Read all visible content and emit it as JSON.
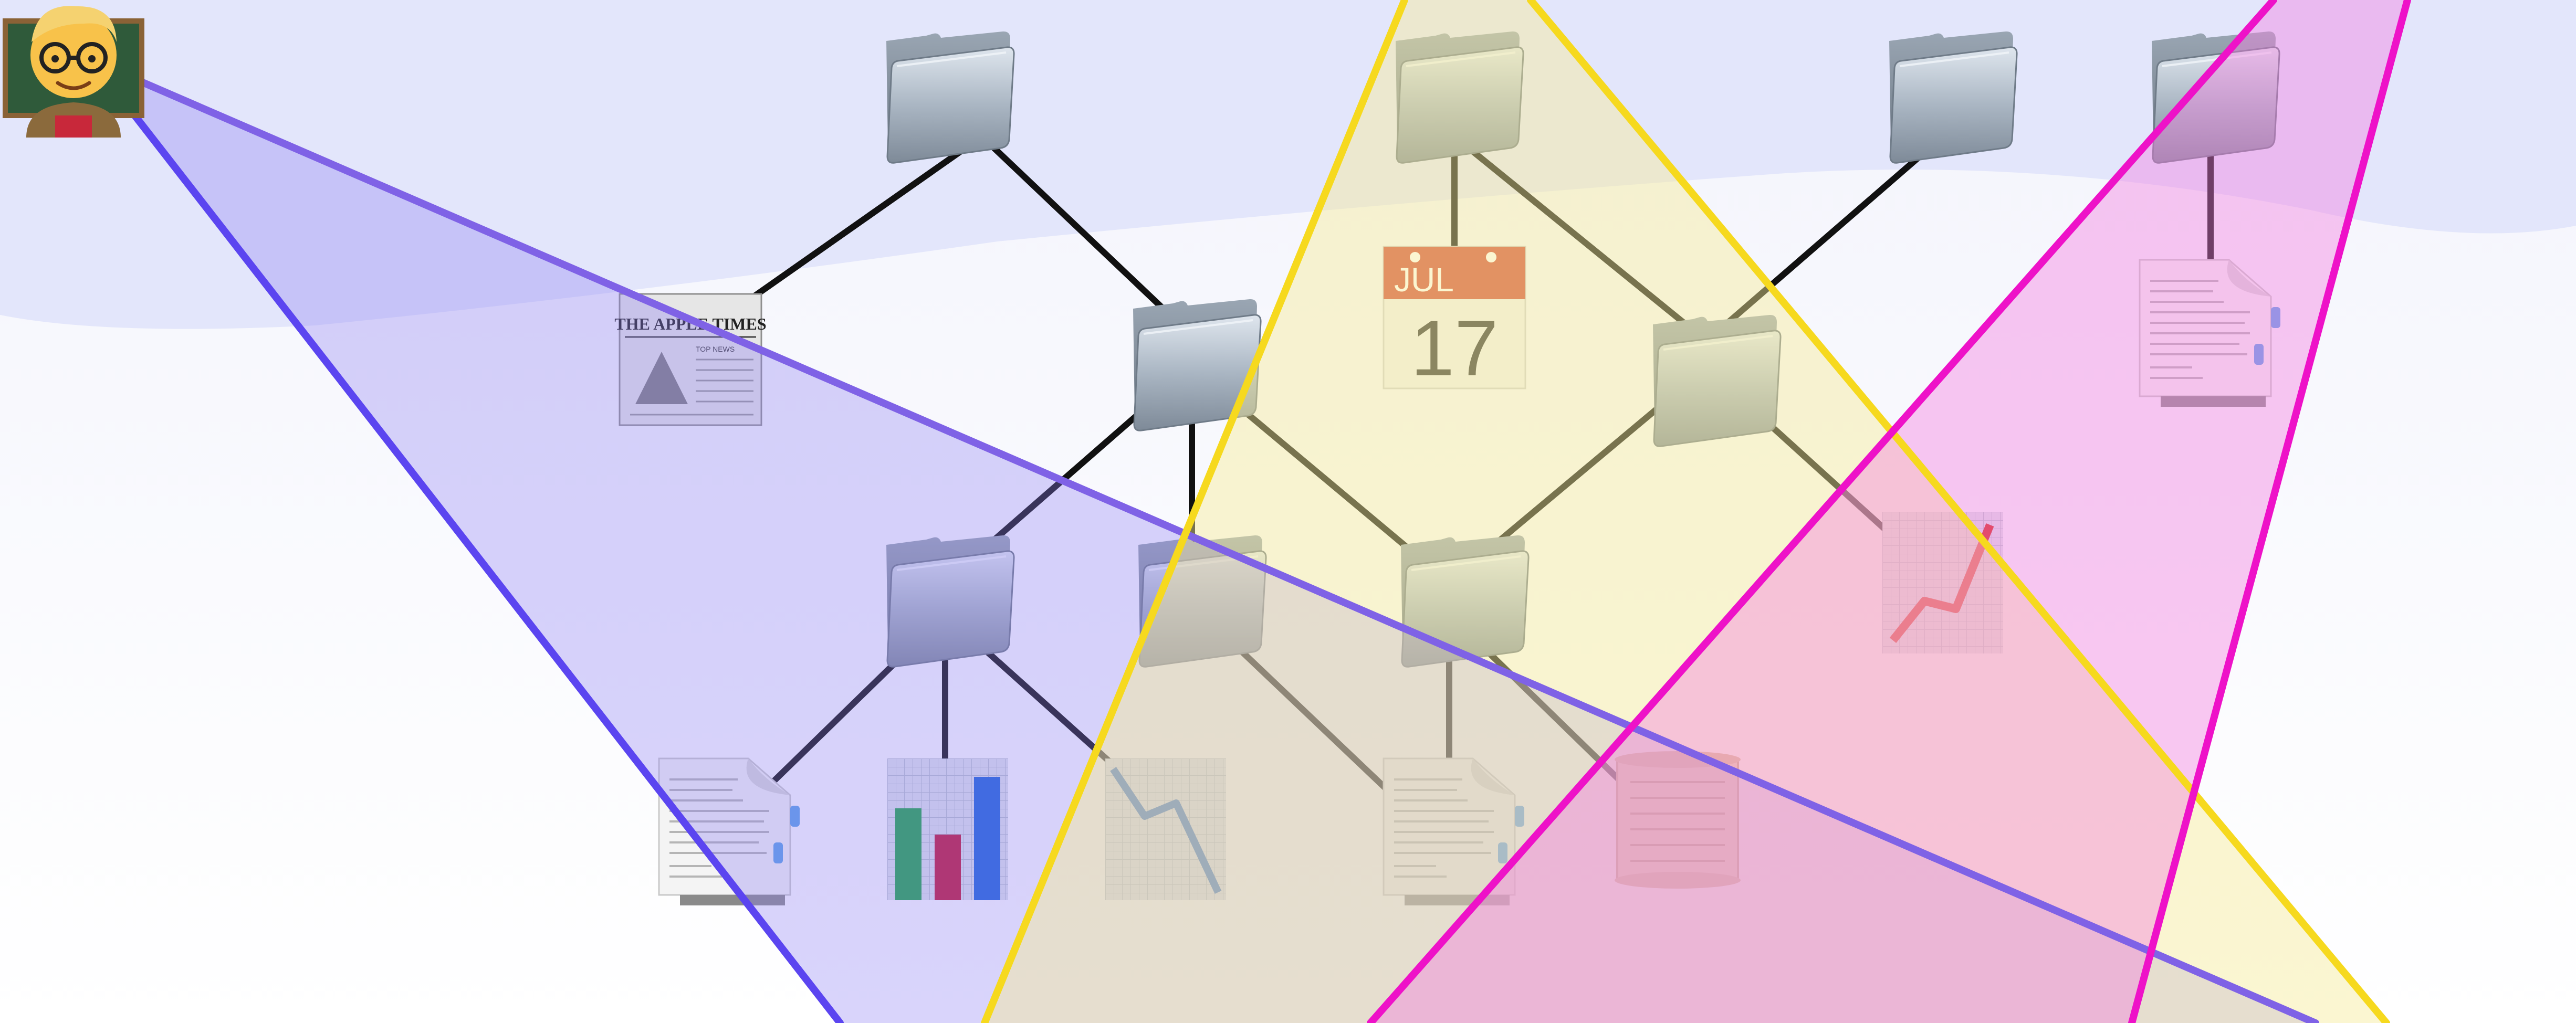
{
  "diagram": {
    "kind": "directory-tree-with-access-cones",
    "colors": {
      "sky_top": "#e3e6fb",
      "sky_haze": "#eef0fb",
      "ground": "#ffffff",
      "edge": "#111111",
      "cone_blue_fill": "#8b7cf2",
      "cone_blue_edge": "#5b45f0",
      "cone_yellow_fill": "#f7ec9a",
      "cone_yellow_edge": "#f6d91e",
      "cone_pink_fill": "#f27fe0",
      "cone_pink_edge": "#ee12c8"
    },
    "nodes": [
      {
        "id": "f-top-1",
        "type": "folder"
      },
      {
        "id": "f-top-2",
        "type": "folder"
      },
      {
        "id": "f-top-3",
        "type": "folder"
      },
      {
        "id": "f-top-4",
        "type": "folder"
      },
      {
        "id": "f-mid-1",
        "type": "folder"
      },
      {
        "id": "f-mid-2",
        "type": "folder"
      },
      {
        "id": "f-low-1",
        "type": "folder"
      },
      {
        "id": "f-low-2",
        "type": "folder"
      },
      {
        "id": "f-low-3",
        "type": "folder"
      },
      {
        "id": "newspaper",
        "type": "newspaper-file"
      },
      {
        "id": "calendar",
        "type": "calendar-file"
      },
      {
        "id": "doc-top-right",
        "type": "text-document-file"
      },
      {
        "id": "chart-up",
        "type": "line-chart-up-file"
      },
      {
        "id": "doc-low-1",
        "type": "text-document-file"
      },
      {
        "id": "bar-chart",
        "type": "bar-chart-file"
      },
      {
        "id": "chart-down",
        "type": "line-chart-down-file"
      },
      {
        "id": "doc-low-2",
        "type": "text-document-file"
      },
      {
        "id": "scroll",
        "type": "scroll-file"
      }
    ],
    "edges": [
      [
        "f-top-1",
        "newspaper"
      ],
      [
        "f-top-1",
        "f-mid-1"
      ],
      [
        "f-top-2",
        "calendar"
      ],
      [
        "f-top-2",
        "f-mid-2"
      ],
      [
        "f-top-3",
        "f-mid-2"
      ],
      [
        "f-top-4",
        "doc-top-right"
      ],
      [
        "f-mid-1",
        "f-low-1"
      ],
      [
        "f-mid-1",
        "f-low-2"
      ],
      [
        "f-mid-1",
        "f-low-3"
      ],
      [
        "f-mid-2",
        "f-low-3"
      ],
      [
        "f-mid-2",
        "chart-up"
      ],
      [
        "f-low-1",
        "doc-low-1"
      ],
      [
        "f-low-1",
        "bar-chart"
      ],
      [
        "f-low-1",
        "chart-down"
      ],
      [
        "f-low-2",
        "doc-low-2"
      ],
      [
        "f-low-3",
        "doc-low-2"
      ],
      [
        "f-low-3",
        "scroll"
      ]
    ],
    "user": {
      "icon": "teacher-emoji-icon"
    },
    "icons": {
      "folder": "folder-icon",
      "calendar": "calendar-icon",
      "newspaper": "newspaper-icon",
      "document": "document-icon",
      "bar_chart": "bar-chart-icon",
      "chart_up": "chart-increasing-icon",
      "chart_down": "chart-decreasing-icon",
      "scroll": "scroll-icon"
    },
    "calendar": {
      "month": "JUL",
      "day": "17"
    },
    "newspaper": {
      "masthead": "THE APPLE TIMES",
      "headline": "TOP NEWS"
    }
  }
}
